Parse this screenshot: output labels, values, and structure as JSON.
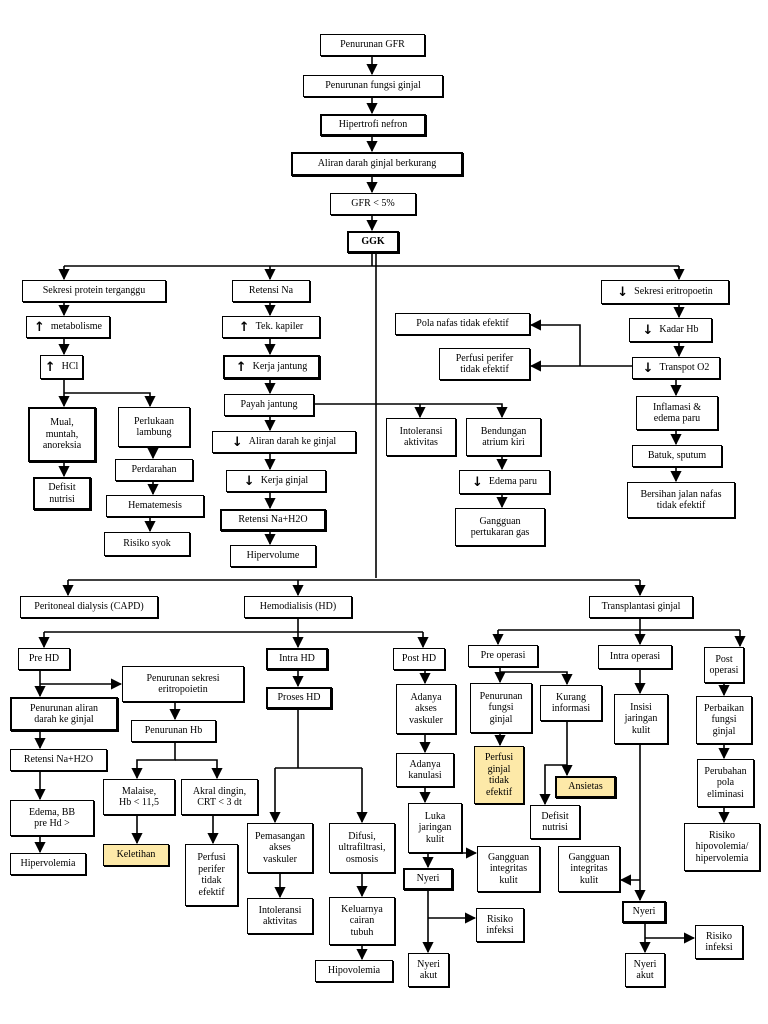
{
  "nodes": {
    "penurunan_gfr": "Penurunan GFR",
    "penurunan_fungsi_ginjal": "Penurunan fungsi ginjal",
    "hipertrofi_nefron": "Hipertrofi nefron",
    "aliran_darah_ginjal_berkurang": "Aliran darah ginjal berkurang",
    "gfr_5": "GFR < 5%",
    "ggk": "GGK",
    "sekresi_protein": "Sekresi protein terganggu",
    "metabolisme": "metabolisme",
    "hcl": "HCl",
    "mual": "Mual,\nmuntah,\nanoreksia",
    "defisit_nutrisi_1": "Defisit\nnutrisi",
    "perlukaan_lambung": "Perlukaan\nlambung",
    "perdarahan": "Perdarahan",
    "hematemesis": "Hematemesis",
    "risiko_syok": "Risiko syok",
    "retensi_na": "Retensi Na",
    "tek_kapiler": "Tek. kapiler",
    "kerja_jantung": "Kerja jantung",
    "payah_jantung": "Payah jantung",
    "aliran_darah_ke_ginjal": "Aliran darah ke ginjal",
    "kerja_ginjal": "Kerja ginjal",
    "retensi_na_h2o_1": "Retensi Na+H2O",
    "hipervolume": "Hipervolume",
    "intoleransi_aktivitas_1": "Intoleransi\naktivitas",
    "bendungan_atrium": "Bendungan\natrium kiri",
    "edema_paru": "Edema paru",
    "gangguan_pertukaran_gas": "Gangguan\npertukaran gas",
    "sekresi_eritropoetin": "Sekresi eritropoetin",
    "kadar_hb": "Kadar Hb",
    "transpot_o2": "Transpot O2",
    "pola_nafas": "Pola nafas tidak efektif",
    "perfusi_perifer_1": "Perfusi perifer\ntidak efektif",
    "inflamasi": "Inflamasi &\nedema paru",
    "batuk": "Batuk, sputum",
    "bersihan_jalan_nafas": "Bersihan jalan nafas\ntidak efektif",
    "peritoneal": "Peritoneal dialysis (CAPD)",
    "hemodialisis": "Hemodialisis (HD)",
    "transplantasi": "Transplantasi ginjal",
    "pre_hd": "Pre HD",
    "penurunan_aliran_darah": "Penurunan aliran\ndarah ke ginjal",
    "retensi_na_h2o_2": "Retensi Na+H2O",
    "edema_bb": "Edema, BB\npre Hd >",
    "hipervolemia_1": "Hipervolemia",
    "penurunan_sekresi_eritropoietin": "Penurunan sekresi\neritropoietin",
    "penurunan_hb": "Penurunan Hb",
    "malaise": "Malaise,\nHb < 11,5",
    "keletihan": "Keletihan",
    "akral_dingin": "Akral dingin,\nCRT < 3 dt",
    "perfusi_perifer_2": "Perfusi\nperifer\ntidak\nefektif",
    "intra_hd": "Intra HD",
    "proses_hd": "Proses HD",
    "pemasangan_akses": "Pemasangan\nakses\nvaskuler",
    "intoleransi_aktivitas_2": "Intoleransi\naktivitas",
    "difusi": "Difusi,\nultrafiltrasi,\nosmosis",
    "keluarnya_cairan": "Keluarnya\ncairan\ntubuh",
    "hipovolemia": "Hipovolemia",
    "post_hd": "Post HD",
    "adanya_akses_vaskuler": "Adanya\nakses\nvaskuler",
    "adanya_kanulasi": "Adanya\nkanulasi",
    "luka_jaringan_kulit": "Luka\njaringan\nkulit",
    "nyeri_1": "Nyeri",
    "gangguan_integritas_1": "Gangguan\nintegritas\nkulit",
    "risiko_infeksi_1": "Risiko\ninfeksi",
    "nyeri_akut_1": "Nyeri\nakut",
    "pre_operasi": "Pre operasi",
    "penurunan_fungsi_ginjal_2": "Penurunan\nfungsi\nginjal",
    "perfusi_ginjal": "Perfusi\nginjal\ntidak\nefektif",
    "kurang_informasi": "Kurang\ninformasi",
    "defisit_nutrisi_2": "Defisit\nnutrisi",
    "ansietas": "Ansietas",
    "intra_operasi": "Intra operasi",
    "insisi_jaringan_kulit": "Insisi\njaringan\nkulit",
    "gangguan_integritas_2": "Gangguan\nintegritas\nkulit",
    "nyeri_2": "Nyeri",
    "nyeri_akut_2": "Nyeri\nakut",
    "post_operasi": "Post\noperasi",
    "perbaikan_fungsi_ginjal": "Perbaikan\nfungsi\nginjal",
    "perubahan_pola_eliminasi": "Perubahan\npola\neliminasi",
    "risiko_hipovolemia": "Risiko\nhipovolemia/\nhipervolemia",
    "risiko_infeksi_2": "Risiko\ninfeksi"
  },
  "arrows": {
    "up": "↑",
    "down": "↓"
  },
  "colors": {
    "highlight": "#fde9a8",
    "line": "#000000"
  }
}
